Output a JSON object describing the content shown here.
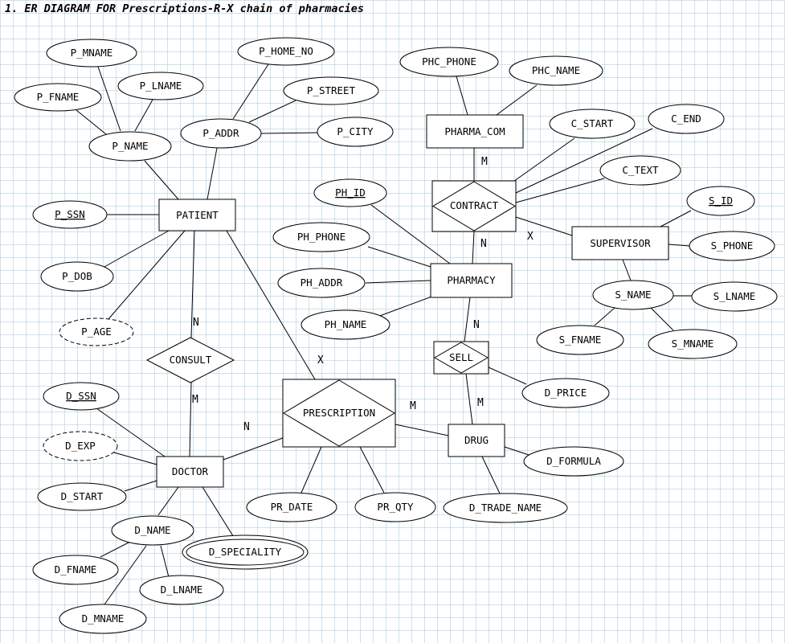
{
  "title": "1. ER DIAGRAM FOR Prescriptions-R-X chain of pharmacies",
  "entities": {
    "patient": "PATIENT",
    "doctor": "DOCTOR",
    "pharma_com": "PHARMA_COM",
    "pharmacy": "PHARMACY",
    "supervisor": "SUPERVISOR",
    "drug": "DRUG"
  },
  "relationships": {
    "consult": "CONSULT",
    "contract": "CONTRACT",
    "sell": "SELL",
    "prescription": "PRESCRIPTION"
  },
  "attributes": {
    "p_mname": "P_MNAME",
    "p_fname": "P_FNAME",
    "p_lname": "P_LNAME",
    "p_name": "P_NAME",
    "p_home_no": "P_HOME_NO",
    "p_street": "P_STREET",
    "p_addr": "P_ADDR",
    "p_city": "P_CITY",
    "p_ssn": "P_SSN",
    "p_dob": "P_DOB",
    "p_age": "P_AGE",
    "phc_phone": "PHC_PHONE",
    "phc_name": "PHC_NAME",
    "c_start": "C_START",
    "c_end": "C_END",
    "c_text": "C_TEXT",
    "ph_id": "PH_ID",
    "ph_phone": "PH_PHONE",
    "ph_addr": "PH_ADDR",
    "ph_name": "PH_NAME",
    "s_id": "S_ID",
    "s_phone": "S_PHONE",
    "s_name": "S_NAME",
    "s_lname": "S_LNAME",
    "s_fname": "S_FNAME",
    "s_mname": "S_MNAME",
    "d_price": "D_PRICE",
    "d_formula": "D_FORMULA",
    "d_trade_name": "D_TRADE_NAME",
    "pr_date": "PR_DATE",
    "pr_qty": "PR_QTY",
    "d_ssn": "D_SSN",
    "d_exp": "D_EXP",
    "d_start": "D_START",
    "d_name": "D_NAME",
    "d_speciality": "D_SPECIALITY",
    "d_fname": "D_FNAME",
    "d_lname": "D_LNAME",
    "d_mname": "D_MNAME"
  },
  "cardinalities": {
    "pharma_contract": "M",
    "contract_pharmacy": "N",
    "contract_supervisor": "X",
    "pharmacy_sell": "N",
    "sell_drug": "M",
    "patient_consult": "N",
    "consult_doctor": "M",
    "patient_prescription": "X",
    "doctor_prescription": "N",
    "prescription_drug": "M"
  }
}
